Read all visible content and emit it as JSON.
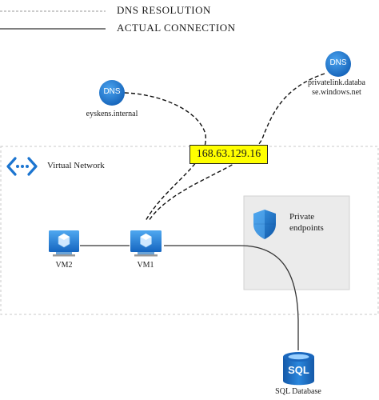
{
  "legend": {
    "dns_resolution": "DNS RESOLUTION",
    "actual_connection": "ACTUAL CONNECTION"
  },
  "dns_servers": [
    {
      "icon": "dns-icon",
      "text": "DNS",
      "label": "eyskens.internal"
    },
    {
      "icon": "dns-icon",
      "text": "DNS",
      "label_line1": "privatelink.databa",
      "label_line2": "se.windows.net"
    }
  ],
  "ip_address": "168.63.129.16",
  "virtual_network": {
    "icon": "virtual-network-icon",
    "label": "Virtual Network"
  },
  "private_endpoints": {
    "icon": "shield-icon",
    "label_line1": "Private",
    "label_line2": "endpoints"
  },
  "vms": [
    {
      "icon": "vm-icon",
      "label": "VM2"
    },
    {
      "icon": "vm-icon",
      "label": "VM1"
    }
  ],
  "sql": {
    "icon": "sql-database-icon",
    "text": "SQL",
    "label": "SQL Database"
  },
  "colors": {
    "azure_blue": "#1c75d0",
    "ip_highlight": "#ffff00",
    "endpoint_box": "#ebebeb",
    "vnet_border": "#c8c8c8"
  }
}
